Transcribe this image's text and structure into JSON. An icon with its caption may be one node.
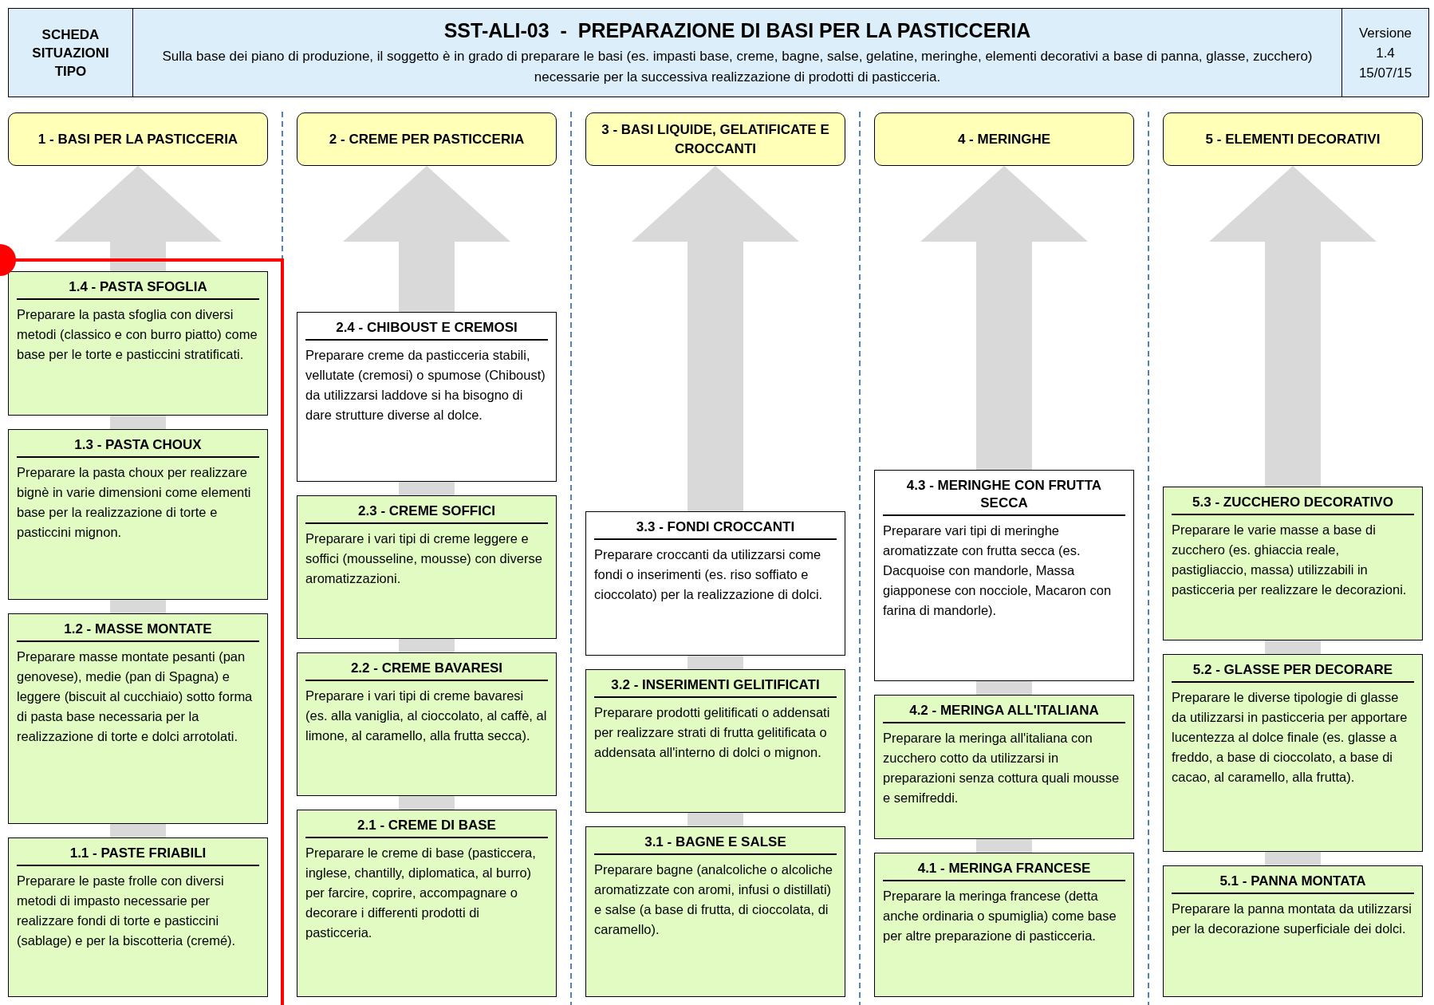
{
  "diagram": {
    "nodes": [
      {
        "text": [
          "SCHEDA SITUAZIONI TIPO"
        ]
      },
      {
        "text": [
          "SST-ALI-03  -  PREPARAZIONE DI BASI PER LA PASTICCERIA",
          "Sulla base dei piano di produzione, il soggetto è in grado di preparare le basi (es. impasti base, creme, bagne, salse, gelatine, meringhe, elementi decorativi a base di panna, glasse, zucchero) necessarie per la successiva realizzazione di prodotti di pasticceria."
        ]
      },
      {
        "text": [
          "Versione",
          "1.4",
          "15/07/15"
        ]
      },
      {
        "text": [
          "1 - BASI PER LA PASTICCERIA"
        ]
      },
      {
        "text": [
          "2 - CREME PER PASTICCERIA"
        ]
      },
      {
        "text": [
          "3 - BASI LIQUIDE, GELATIFICATE E CROCCANTI"
        ]
      },
      {
        "text": [
          "4 - MERINGHE"
        ]
      },
      {
        "text": [
          "5 - ELEMENTI DECORATIVI"
        ]
      },
      {
        "text": [
          "1.4 - PASTA SFOGLIA",
          "Preparare la pasta sfoglia con diversi metodi (classico e con burro piatto) come base per le torte e pasticcini stratificati."
        ]
      },
      {
        "text": [
          "1.3 - PASTA CHOUX",
          "Preparare la pasta choux per realizzare bignè in varie dimensioni come elementi base per la realizzazione di torte e pasticcini mignon."
        ]
      },
      {
        "text": [
          "1.2 - MASSE MONTATE",
          "Preparare masse montate pesanti (pan genovese), medie (pan di Spagna) e leggere (biscuit al cucchiaio) sotto forma di pasta base necessaria per la realizzazione di torte e dolci arrotolati."
        ]
      },
      {
        "text": [
          "1.1 - PASTE FRIABILI",
          "Preparare le paste frolle con diversi metodi di impasto necessarie per realizzare fondi di torte e pasticcini (sablage) e per la biscotteria (cremé)."
        ]
      },
      {
        "text": [
          "2.4 - CHIBOUST E CREMOSI",
          "Preparare creme da pasticceria stabili, vellutate (cremosi) o spumose (Chiboust) da utilizzarsi laddove si ha bisogno di dare strutture diverse al dolce."
        ]
      },
      {
        "text": [
          "2.3 - CREME SOFFICI",
          "Preparare i vari tipi di creme leggere e soffici (mousseline, mousse) con diverse aromatizzazioni."
        ]
      },
      {
        "text": [
          "2.2 - CREME BAVARESI",
          "Preparare i vari tipi di creme bavaresi (es. alla vaniglia, al cioccolato, al caffè, al limone, al caramello, alla frutta secca)."
        ]
      },
      {
        "text": [
          "2.1 - CREME DI BASE",
          "Preparare le creme di base (pasticcera, inglese, chantilly, diplomatica, al burro) per farcire, coprire, accompagnare o decorare i differenti prodotti di pasticceria."
        ]
      },
      {
        "text": [
          "3.3 - FONDI CROCCANTI",
          "Preparare croccanti da utilizzarsi come fondi o inserimenti (es. riso soffiato e cioccolato) per la realizzazione di dolci."
        ]
      },
      {
        "text": [
          "3.2 - INSERIMENTI GELITIFICATI",
          "Preparare prodotti gelitificati o addensati per realizzare strati di frutta gelitificata o addensata all'interno di dolci o mignon."
        ]
      },
      {
        "text": [
          "3.1 - BAGNE E SALSE",
          "Preparare bagne (analcoliche o alcoliche aromatizzate con aromi, infusi o distillati) e salse (a base di frutta, di cioccolata, di caramello)."
        ]
      },
      {
        "text": [
          "4.3 - MERINGHE CON FRUTTA SECCA",
          "Preparare vari tipi di meringhe aromatizzate con frutta secca (es. Dacquoise con mandorle, Massa giapponese con nocciole, Macaron con farina di mandorle)."
        ]
      },
      {
        "text": [
          "4.2 - MERINGA ALL'ITALIANA",
          "Preparare la meringa all'italiana con zucchero cotto da utilizzarsi in preparazioni senza cottura quali mousse e semifreddi."
        ]
      },
      {
        "text": [
          "4.1 - MERINGA FRANCESE",
          "Preparare la meringa francese (detta anche ordinaria o spumiglia) come base per altre preparazione di pasticceria."
        ]
      },
      {
        "text": [
          "5.3 - ZUCCHERO DECORATIVO",
          "Preparare le varie masse a base di zucchero (es. ghiaccia reale, pastigliaccio, massa) utilizzabili in pasticceria per realizzare le decorazioni."
        ]
      },
      {
        "text": [
          "5.2 - GLASSE PER DECORARE",
          "Preparare le diverse tipologie di glasse da utilizzarsi in pasticceria per apportare lucentezza al dolce finale (es. glasse a freddo, a base di cioccolato, a base di cacao, al caramello, alla frutta)."
        ]
      },
      {
        "text": [
          "5.1 - PANNA MONTATA",
          "Preparare la panna montata da utilizzarsi per la decorazione superficiale dei dolci."
        ]
      }
    ],
    "edges": [
      {
        "from": 11,
        "to": 10,
        "arrow": "none",
        "style": "thick"
      },
      {
        "from": 10,
        "to": 9,
        "arrow": "none",
        "style": "thick"
      },
      {
        "from": 9,
        "to": 8,
        "arrow": "none",
        "style": "thick"
      },
      {
        "from": 8,
        "to": 3,
        "arrow": "to",
        "style": "thick"
      },
      {
        "from": 15,
        "to": 14,
        "arrow": "none",
        "style": "thick"
      },
      {
        "from": 14,
        "to": 13,
        "arrow": "none",
        "style": "thick"
      },
      {
        "from": 13,
        "to": 12,
        "arrow": "none",
        "style": "thick"
      },
      {
        "from": 12,
        "to": 4,
        "arrow": "to",
        "style": "thick"
      },
      {
        "from": 18,
        "to": 17,
        "arrow": "none",
        "style": "thick"
      },
      {
        "from": 17,
        "to": 16,
        "arrow": "none",
        "style": "thick"
      },
      {
        "from": 16,
        "to": 5,
        "arrow": "to",
        "style": "thick"
      },
      {
        "from": 21,
        "to": 20,
        "arrow": "none",
        "style": "thick"
      },
      {
        "from": 20,
        "to": 19,
        "arrow": "none",
        "style": "thick"
      },
      {
        "from": 19,
        "to": 6,
        "arrow": "to",
        "style": "thick"
      },
      {
        "from": 24,
        "to": 23,
        "arrow": "none",
        "style": "thick"
      },
      {
        "from": 23,
        "to": 22,
        "arrow": "none",
        "style": "thick"
      },
      {
        "from": 22,
        "to": 7,
        "arrow": "to",
        "style": "thick"
      }
    ]
  }
}
